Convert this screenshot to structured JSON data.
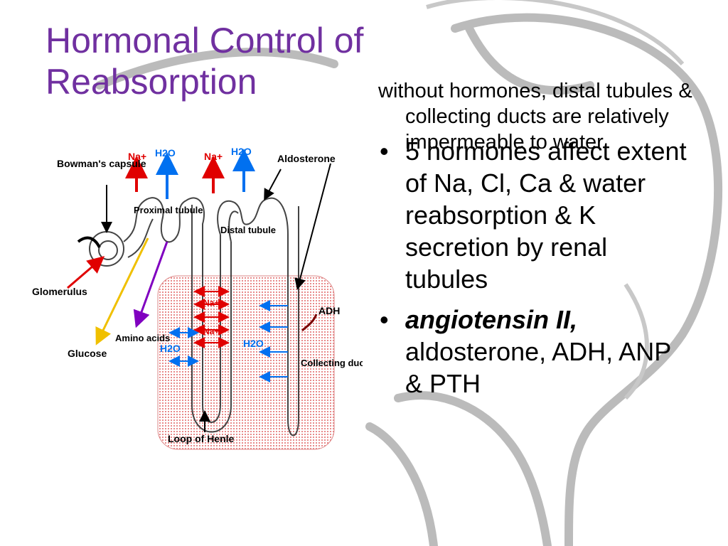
{
  "slide": {
    "title": "Hormonal Control of Reabsorption",
    "note": "without hormones, distal tubules & collecting ducts are relatively impermeable to water",
    "bullets": [
      {
        "text": "5 hormones affect extent of Na, Cl, Ca & water reabsorption & K secretion by renal tubules"
      },
      {
        "emph": "angiotensin II,",
        "text": " aldosterone, ADH, ANP & PTH"
      }
    ],
    "bullet_glyph": "•"
  },
  "diagram": {
    "labels": {
      "bowmans": "Bowman's capsule",
      "glomerulus": "Glomerulus",
      "proximal": "Proximal tubule",
      "distal": "Distal tubule",
      "aldosterone": "Aldosterone",
      "adh": "ADH",
      "collecting": "Collecting duct",
      "loop": "Loop of Henle",
      "glucose": "Glucose",
      "amino": "Amino acids",
      "na": "Na+",
      "h2o": "H2O"
    },
    "colors": {
      "na_arrow": "#e00000",
      "h2o_arrow": "#0070f0",
      "glucose_arrow": "#f0c000",
      "amino_arrow": "#8000c0",
      "medulla_fill": "#f7c8c8",
      "title": "#7030a0"
    }
  }
}
